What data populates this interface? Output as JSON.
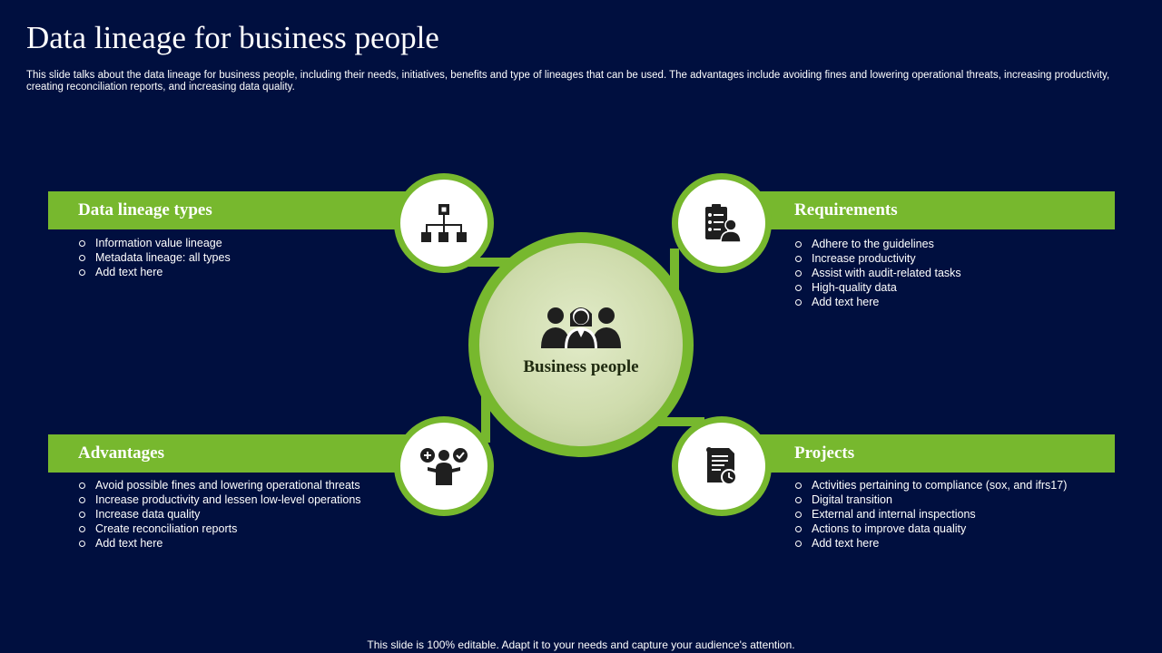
{
  "slide": {
    "title": "Data lineage for business people",
    "subtitle": "This slide talks about the data lineage for business people, including their needs, initiatives, benefits and type of lineages that can be used. The advantages include avoiding fines and lowering operational threats, increasing productivity, creating reconciliation reports, and increasing data quality.",
    "footer": "This slide is 100% editable. Adapt it to your needs and capture your audience's attention."
  },
  "center": {
    "label": "Business people",
    "icon": "business-people-icon"
  },
  "colors": {
    "background": "#000f3f",
    "accent": "#77b82e",
    "text": "#ffffff"
  },
  "sections": {
    "types": {
      "label": "Data lineage types",
      "icon": "hierarchy-icon",
      "items": [
        "Information value lineage",
        "Metadata lineage: all types",
        "Add text here"
      ]
    },
    "requirements": {
      "label": "Requirements",
      "icon": "checklist-person-icon",
      "items": [
        "Adhere to the guidelines",
        "Increase productivity",
        "Assist with audit-related tasks",
        "High-quality data",
        "Add text here"
      ]
    },
    "advantages": {
      "label": "Advantages",
      "icon": "person-pros-cons-icon",
      "items": [
        "Avoid possible fines and lowering operational threats",
        "Increase productivity and lessen low-level operations",
        "Increase data quality",
        "Create reconciliation reports",
        "Add text here"
      ]
    },
    "projects": {
      "label": "Projects",
      "icon": "document-clock-icon",
      "items": [
        "Activities pertaining to compliance (sox,  and ifrs17)",
        "Digital transition",
        "External and internal inspections",
        "Actions to improve  data quality",
        "Add text here"
      ]
    }
  }
}
